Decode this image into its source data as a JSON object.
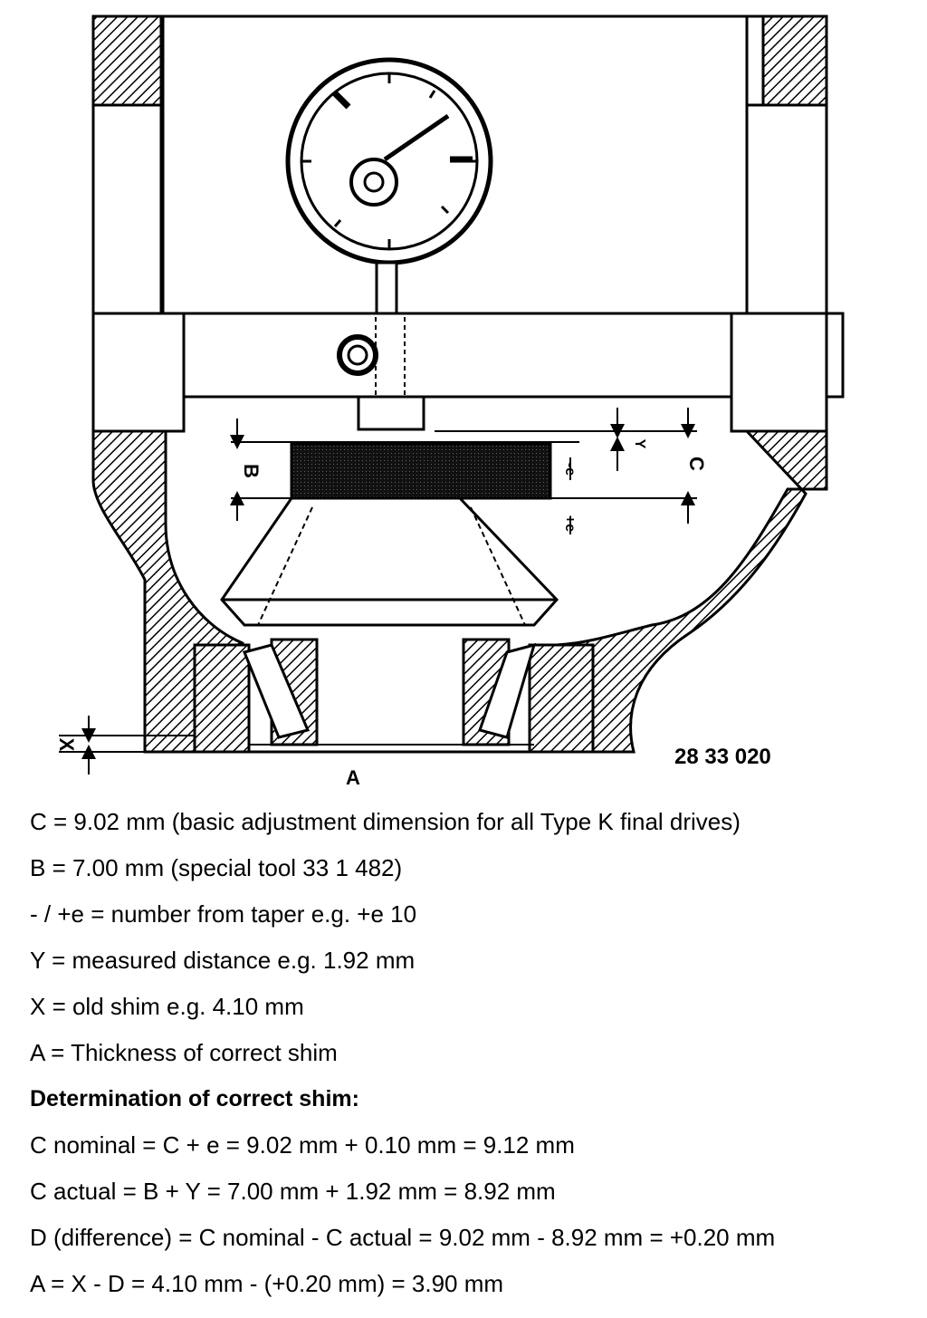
{
  "diagram": {
    "figure_number": "28 33 020",
    "labels": {
      "B": "B",
      "C": "C",
      "Y": "Y",
      "X": "X",
      "A": "A",
      "minus_e": "-e",
      "plus_e": "+e"
    }
  },
  "notes": [
    "C = 9.02 mm (basic adjustment dimension for all Type K final drives)",
    "B = 7.00 mm (special tool 33 1 482)",
    "- / +e = number from taper e.g. +e 10",
    "Y = measured distance e.g. 1.92 mm",
    "X = old shim e.g. 4.10 mm",
    "A = Thickness of correct shim"
  ],
  "determination": {
    "heading": "Determination of correct shim:",
    "lines": [
      "C nominal = C + e = 9.02 mm + 0.10 mm = 9.12 mm",
      "C actual = B + Y = 7.00 mm + 1.92 mm = 8.92 mm",
      "D (difference) = C nominal - C actual = 9.02 mm - 8.92 mm = +0.20 mm",
      "A = X - D = 4.10 mm - (+0.20 mm) = 3.90 mm"
    ]
  }
}
